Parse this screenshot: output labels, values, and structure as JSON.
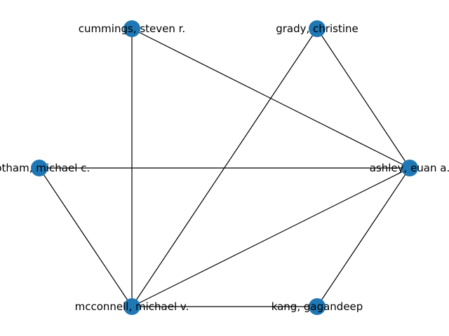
{
  "graph": {
    "node_color": "#1f77b4",
    "edge_color": "#000000",
    "nodes": [
      {
        "id": "cummings",
        "label": "cummings, steven r."
      },
      {
        "id": "grady",
        "label": "grady, christine"
      },
      {
        "id": "ashley",
        "label": "ashley, euan a."
      },
      {
        "id": "kang",
        "label": "kang, gagandeep"
      },
      {
        "id": "mcconnell",
        "label": "mcconnell, michael v."
      },
      {
        "id": "botham",
        "label": "botham, michael c."
      }
    ],
    "edges": [
      [
        "cummings",
        "ashley"
      ],
      [
        "cummings",
        "mcconnell"
      ],
      [
        "grady",
        "ashley"
      ],
      [
        "grady",
        "mcconnell"
      ],
      [
        "botham",
        "ashley"
      ],
      [
        "botham",
        "mcconnell"
      ],
      [
        "mcconnell",
        "ashley"
      ],
      [
        "mcconnell",
        "kang"
      ],
      [
        "kang",
        "ashley"
      ]
    ]
  }
}
